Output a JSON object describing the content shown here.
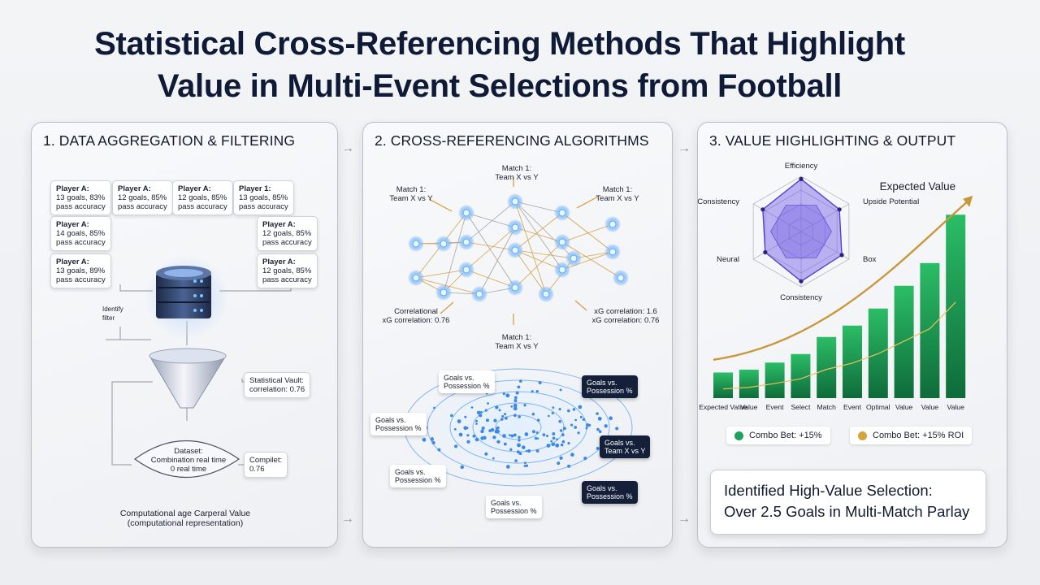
{
  "title": {
    "line1": "Statistical Cross-Referencing Methods That Highlight",
    "line2": "Value in Multi-Event Selections from Football"
  },
  "panel1": {
    "heading": "1. DATA AGGREGATION & FILTERING",
    "player_cards": [
      {
        "name": "Player A:",
        "stats": "13 goals, 83%\npass accuracy"
      },
      {
        "name": "Player A:",
        "stats": "12 goals, 85%\npass accuracy"
      },
      {
        "name": "Player A:",
        "stats": "12 goals, 85%\npass accuracy"
      },
      {
        "name": "Player 1:",
        "stats": "13 goals, 85%\npass accuracy"
      },
      {
        "name": "Player A:",
        "stats": "14 goals, 85%\npass accuracy"
      },
      {
        "name": "Player A:",
        "stats": "12 goals, 85%\npass accuracy"
      },
      {
        "name": "Player A:",
        "stats": "13 goals, 89%\npass accuracy"
      },
      {
        "name": "Player A:",
        "stats": "12 goals, 85%\npass accuracy"
      }
    ],
    "side_label": "Identify\nfilter",
    "stat_card": "Statistical Vault:\ncorrelation: 0.76",
    "dataset": "Dataset:\nCombination real time\n0 real time",
    "compile_card": "Compilet:\n0.76",
    "caption": "Computational age Carperal Value\n(computational representation)"
  },
  "panel2": {
    "heading": "2. CROSS-REFERENCING ALGORITHMS",
    "network_labels": {
      "top": "Match 1:\nTeam X vs Y",
      "left": "Match 1:\nTeam X vs Y",
      "right": "Match 1:\nTeam X vs Y",
      "bottom": "Match 1:\nTeam X vs Y",
      "corr_left": "Correlational\nxG correlation: 0.76",
      "corr_right": "xG correlation: 1.6\nxG correlation: 0.76"
    },
    "radar_labels": {
      "a": "Goals vs.\nPossession %",
      "b": "Goals vs.\nPossession %",
      "c": "Goals vs.\nPossession %",
      "d": "Goals vs.\nPossession %",
      "e": "Goals vs.\nPossession %",
      "f": "Goals vs.\nTeam X vs Y",
      "g": "Goals vs.\nPossession %"
    }
  },
  "panel3": {
    "heading": "3. VALUE HIGHLIGHTING & OUTPUT",
    "radar": {
      "axes": [
        "Efficiency",
        "Upside Potential",
        "Box",
        "Consistency",
        "Neural",
        "Consistency"
      ],
      "values": [
        0.95,
        0.8,
        0.85,
        0.9,
        0.75,
        0.8
      ]
    },
    "chart_data": {
      "type": "bar",
      "title": "Expected Value",
      "categories": [
        "Expected Value",
        "Value",
        "Event",
        "Select",
        "Match",
        "Event",
        "Optimal",
        "Value",
        "Value",
        "Value"
      ],
      "values": [
        0.9,
        1.0,
        1.25,
        1.55,
        2.15,
        2.55,
        3.15,
        3.95,
        4.75,
        6.45
      ],
      "ylim": [
        0,
        7
      ]
    },
    "legend": [
      {
        "label": "Combo Bet: +15%",
        "color": "#1ea35a"
      },
      {
        "label": "Combo Bet: +15% ROI",
        "color": "#d4a43a"
      }
    ],
    "result": {
      "line1": "Identified High-Value Selection:",
      "line2": "Over 2.5 Goals in Multi-Match Parlay"
    }
  },
  "colors": {
    "accent_blue": "#3a8ef0",
    "accent_gold": "#c9973a",
    "bar_green": "#1f9a55",
    "navy": "#0e1a36"
  }
}
